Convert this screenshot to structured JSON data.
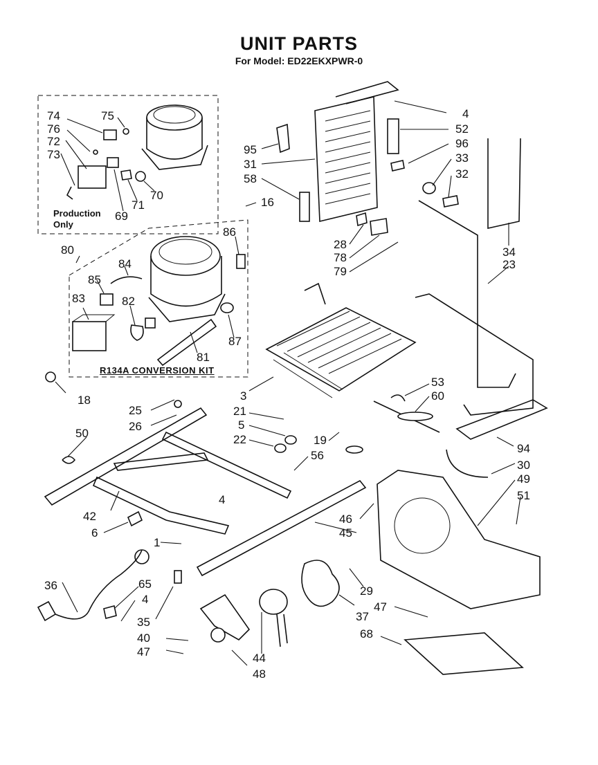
{
  "title": "UNIT PARTS",
  "subtitle": "For Model: ED22EKXPWR-0",
  "notes": {
    "production": "Production\nOnly",
    "conversion_kit": "R134A CONVERSION KIT"
  },
  "part_labels": [
    "74",
    "76",
    "72",
    "73",
    "75",
    "70",
    "71",
    "69",
    "80",
    "84",
    "85",
    "83",
    "82",
    "86",
    "87",
    "81",
    "16",
    "95",
    "31",
    "58",
    "4",
    "52",
    "96",
    "33",
    "32",
    "34",
    "23",
    "28",
    "78",
    "79",
    "3",
    "53",
    "60",
    "94",
    "30",
    "49",
    "51",
    "18",
    "25",
    "26",
    "50",
    "21",
    "5",
    "22",
    "19",
    "56",
    "42",
    "6",
    "46",
    "45",
    "1",
    "36",
    "65",
    "4",
    "35",
    "40",
    "47",
    "44",
    "48",
    "29",
    "37",
    "47",
    "68",
    "4"
  ]
}
